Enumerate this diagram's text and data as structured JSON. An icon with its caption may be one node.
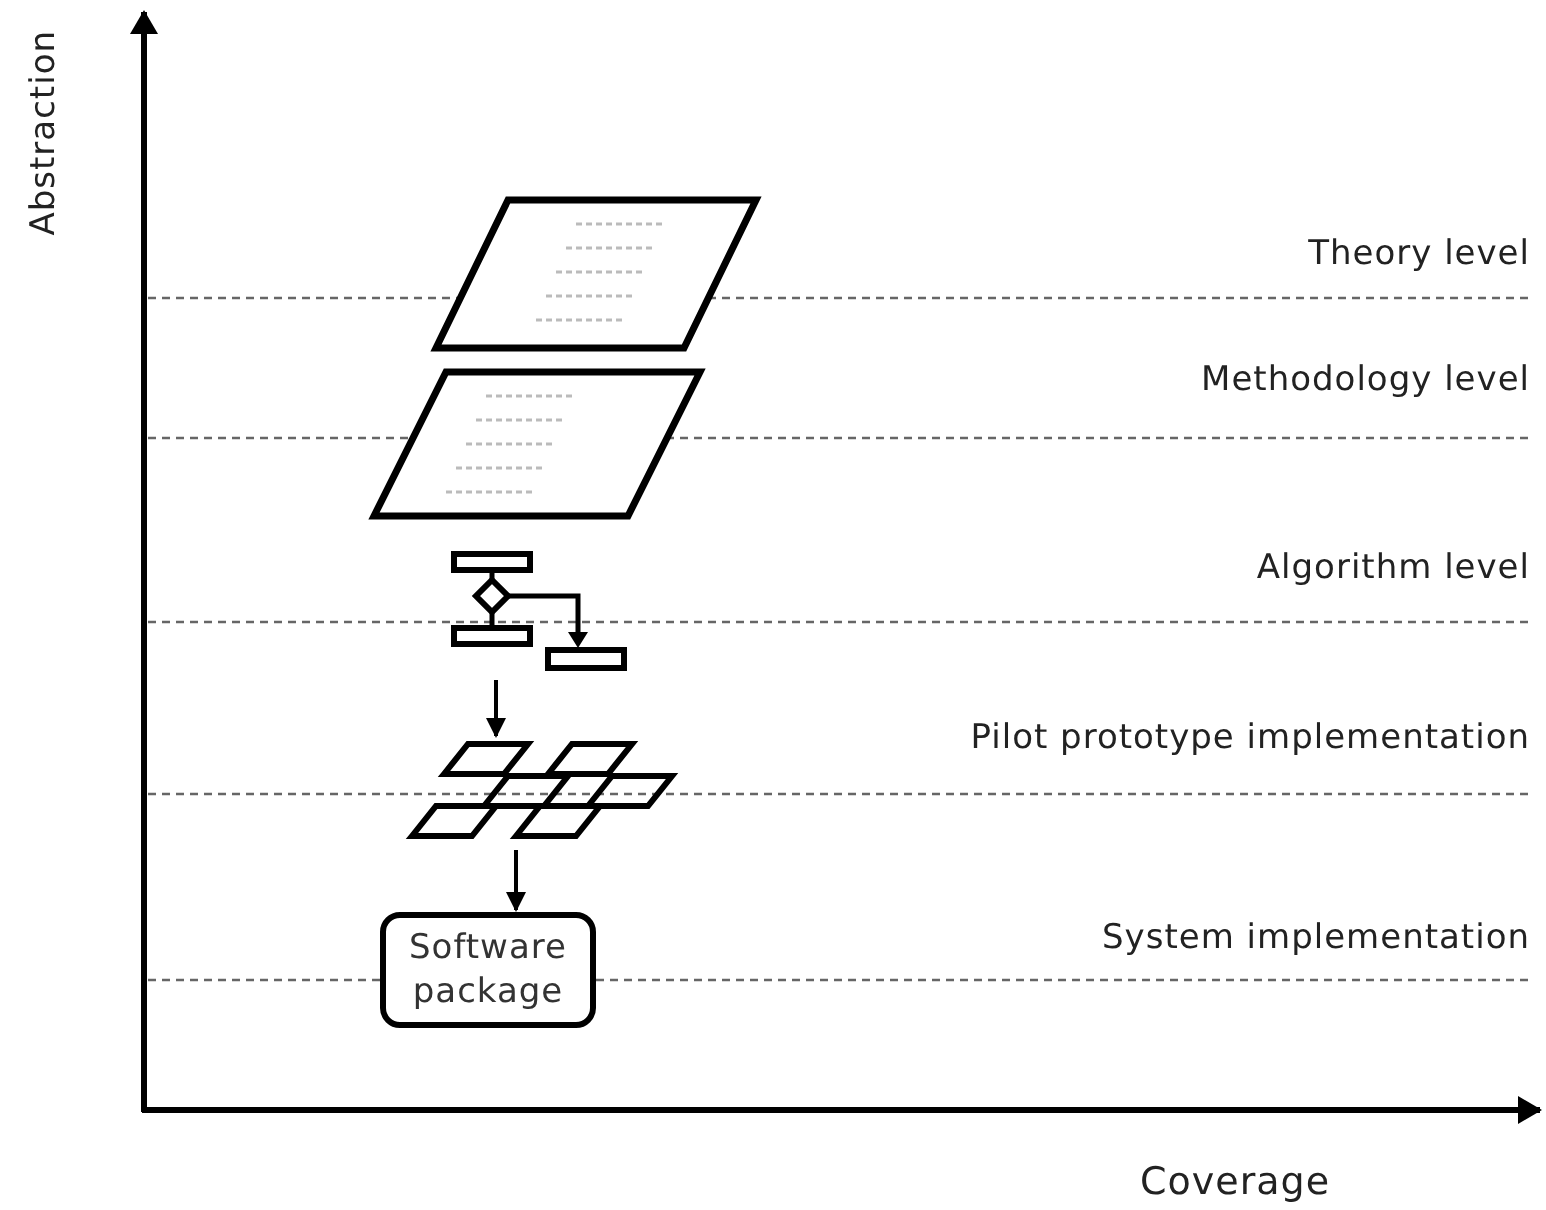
{
  "diagram": {
    "nodes": [
      {
        "text": [],
        "shape": "parallelogram"
      },
      {
        "text": [],
        "shape": "parallelogram"
      },
      {
        "text": [],
        "shape": "picture"
      },
      {
        "text": [],
        "shape": "picture"
      },
      {
        "text": [
          "Software package"
        ]
      }
    ],
    "edges": [
      {
        "from": 2,
        "to": 3,
        "arrow": "to"
      },
      {
        "from": 3,
        "to": 4,
        "arrow": "to"
      }
    ],
    "labels": [
      "Abstraction",
      "Theory level",
      "Methodology level",
      "Algorithm level",
      "Pilot prototype implementation",
      "System implementation",
      "Coverage"
    ]
  }
}
